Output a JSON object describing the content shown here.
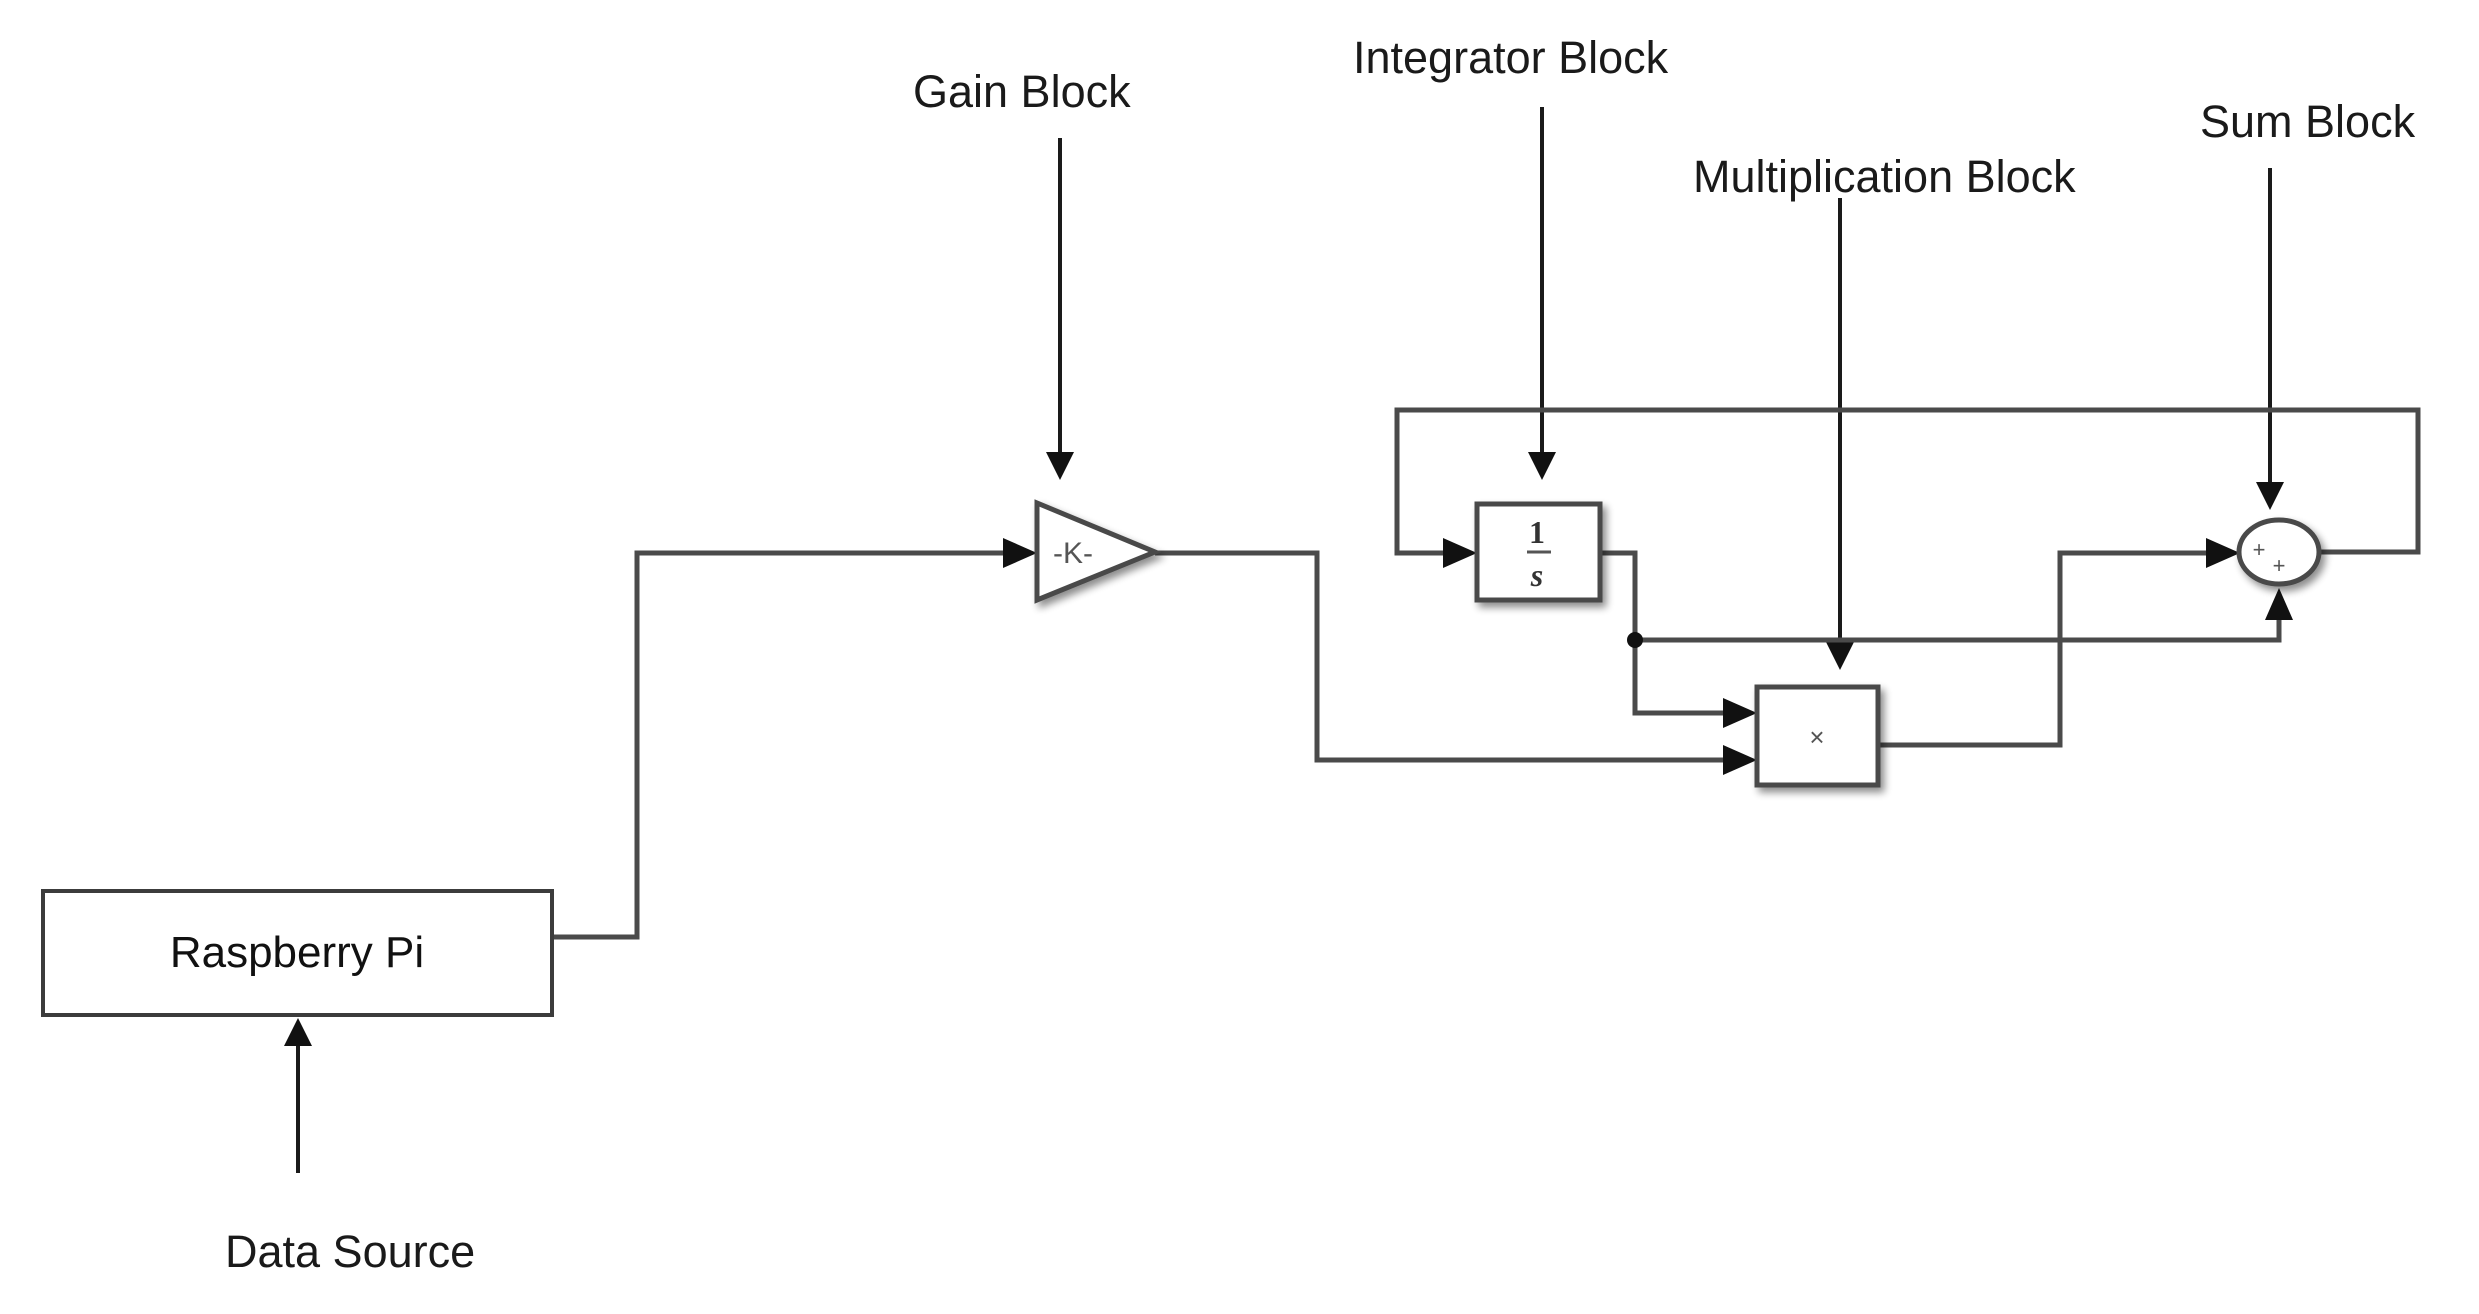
{
  "diagram": {
    "type": "simulink-block-diagram",
    "annotations": {
      "gain": "Gain Block",
      "integrator": "Integrator Block",
      "multiplication": "Multiplication Block",
      "sum": "Sum Block",
      "data_source": "Data Source"
    },
    "blocks": {
      "raspberry_pi": {
        "label": "Raspberry Pi"
      },
      "gain": {
        "symbol": "-K-"
      },
      "integrator": {
        "numerator": "1",
        "denominator": "s"
      },
      "product": {
        "symbol": "×"
      },
      "sum": {
        "sign1": "+",
        "sign2": "+"
      }
    },
    "connections": [
      {
        "from": "Data Source",
        "to": "Raspberry Pi"
      },
      {
        "from": "Raspberry Pi",
        "to": "Gain Block"
      },
      {
        "from": "Gain Block",
        "to": "Multiplication Block (input 2)"
      },
      {
        "from": "Sum Block",
        "to": "Integrator Block (feedback)"
      },
      {
        "from": "Integrator Block",
        "to": "Multiplication Block (input 1)"
      },
      {
        "from": "Integrator Block",
        "to": "Sum Block (input 2)"
      },
      {
        "from": "Multiplication Block",
        "to": "Sum Block (input 1)"
      }
    ],
    "colors": {
      "wire": "#4a4a4a",
      "pointer": "#1a1a1a",
      "background": "#ffffff"
    }
  }
}
